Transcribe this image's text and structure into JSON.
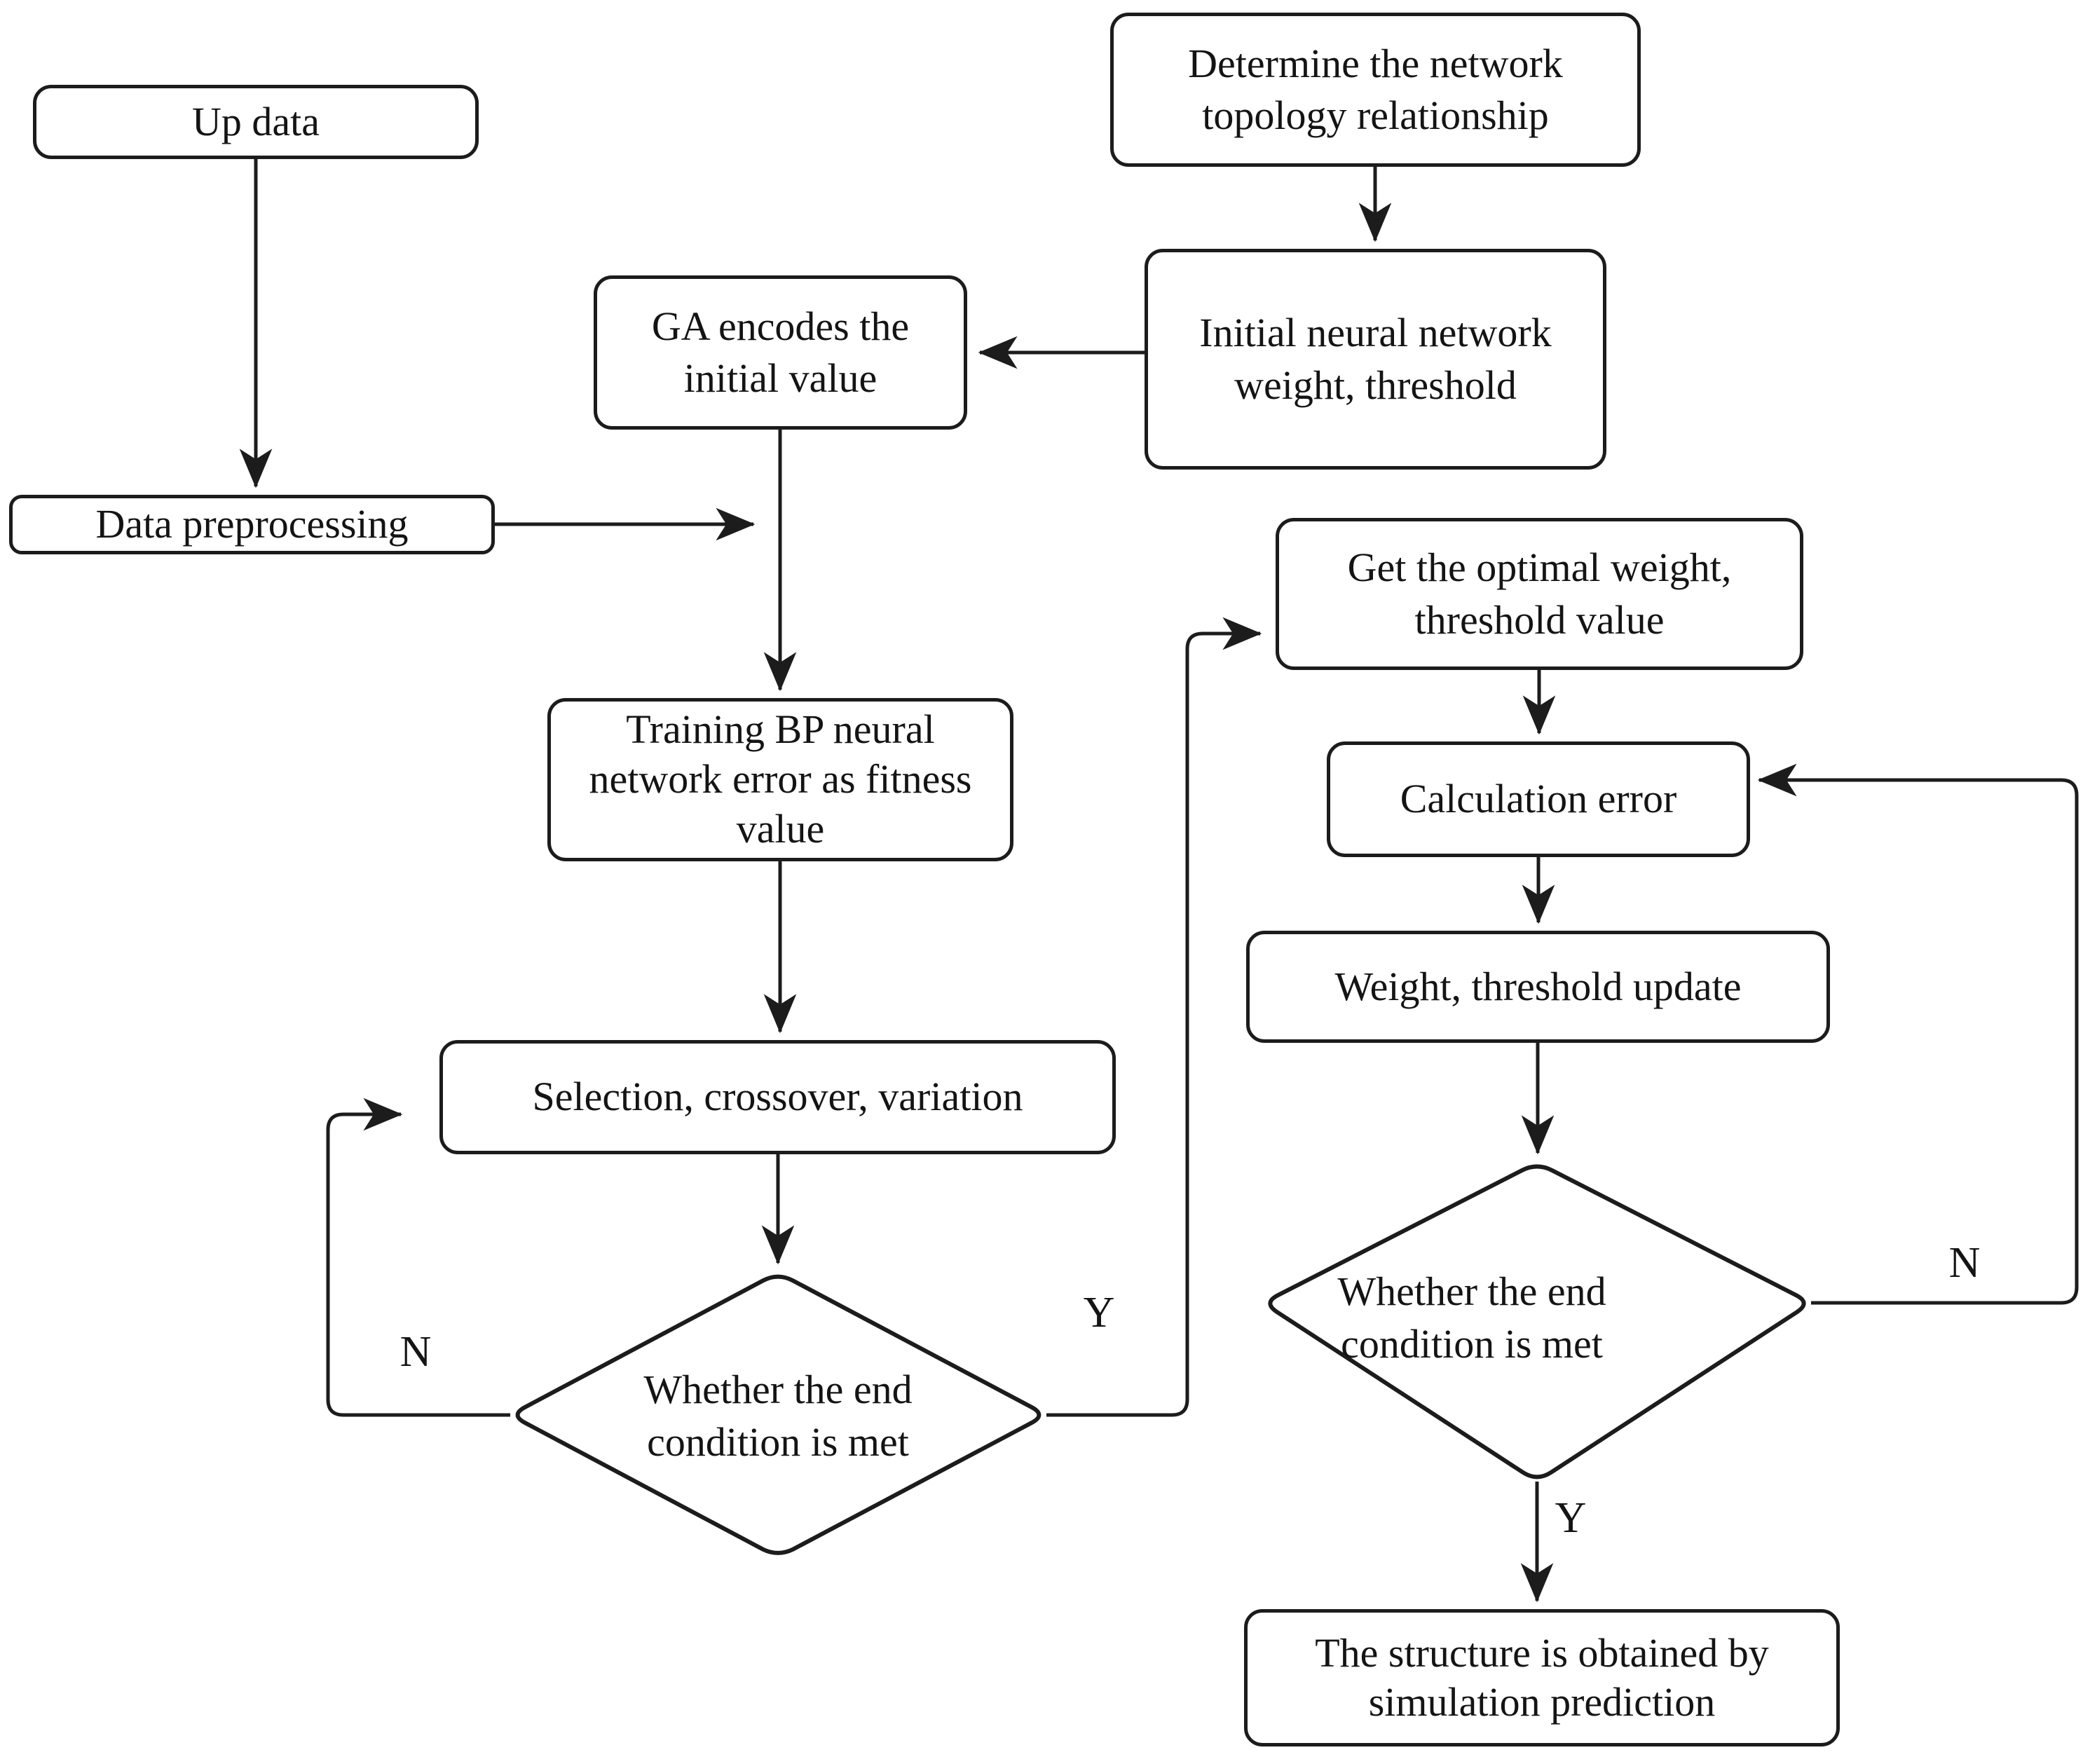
{
  "diagram": {
    "type": "flowchart",
    "nodes": {
      "up_data": {
        "label": "Up data"
      },
      "determine_topology": {
        "label": "Determine the network topology relationship"
      },
      "initial_weights": {
        "label": "Initial neural network weight, threshold"
      },
      "ga_encode": {
        "label": "GA encodes the initial value"
      },
      "data_preprocessing": {
        "label": "Data preprocessing"
      },
      "get_optimal": {
        "label": "Get the optimal weight, threshold value"
      },
      "training_bp": {
        "label": "Training BP neural network error as fitness value"
      },
      "calculation_error": {
        "label": "Calculation error"
      },
      "weight_update": {
        "label": "Weight, threshold update"
      },
      "selection": {
        "label": "Selection, crossover, variation"
      },
      "ga_end_condition": {
        "label": "Whether the end condition is met"
      },
      "bp_end_condition": {
        "label": "Whether the end condition is met"
      },
      "result": {
        "label": "The structure is obtained by simulation prediction"
      }
    },
    "edge_labels": {
      "ga_no": "N",
      "ga_yes": "Y",
      "bp_no": "N",
      "bp_yes": "Y"
    },
    "colors": {
      "line": "#1c1c1c",
      "text": "#141414",
      "node_background": "#ffffff",
      "page_background": "#ffffff"
    }
  }
}
